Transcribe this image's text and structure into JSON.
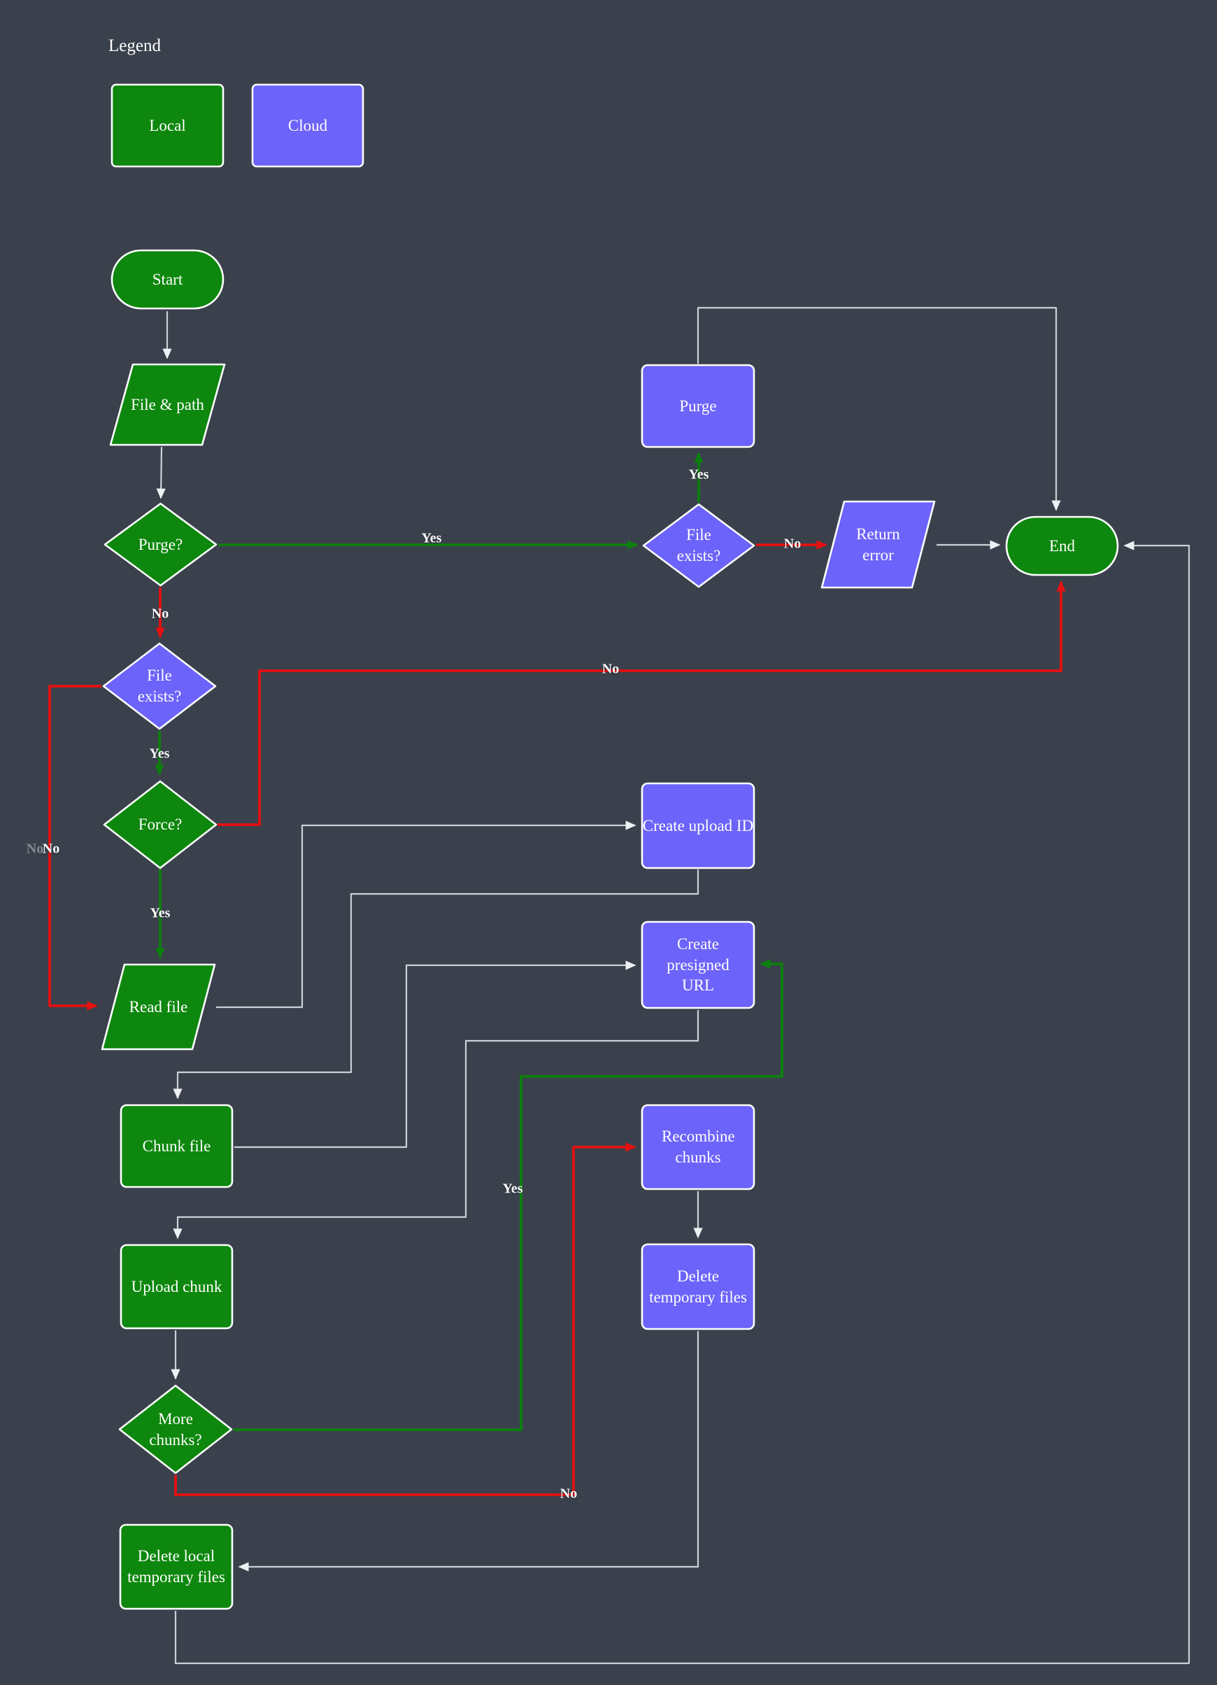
{
  "legend": {
    "title": "Legend",
    "local_label": "Local",
    "cloud_label": "Cloud"
  },
  "nodes": {
    "start": {
      "label": "Start",
      "type": "local",
      "shape": "stadium"
    },
    "file_path": {
      "label": "File & path",
      "type": "local",
      "shape": "parallelogram"
    },
    "purge_q": {
      "label": "Purge?",
      "type": "local",
      "shape": "diamond"
    },
    "file_exists_local": {
      "label": "File exists?",
      "type": "cloud",
      "shape": "diamond"
    },
    "force_q": {
      "label": "Force?",
      "type": "local",
      "shape": "diamond"
    },
    "read_file": {
      "label": "Read file",
      "type": "local",
      "shape": "parallelogram"
    },
    "chunk_file": {
      "label": "Chunk file",
      "type": "local",
      "shape": "rect"
    },
    "upload_chunk": {
      "label": "Upload chunk",
      "type": "local",
      "shape": "rect"
    },
    "more_chunks": {
      "label": "More chunks?",
      "type": "local",
      "shape": "diamond"
    },
    "delete_local": {
      "label": "Delete local temporary files",
      "type": "local",
      "shape": "rect"
    },
    "purge": {
      "label": "Purge",
      "type": "cloud",
      "shape": "rect"
    },
    "file_exists_cloud": {
      "label": "File exists?",
      "type": "cloud",
      "shape": "diamond"
    },
    "return_error": {
      "label": "Return error",
      "type": "cloud",
      "shape": "parallelogram"
    },
    "end": {
      "label": "End",
      "type": "local",
      "shape": "stadium"
    },
    "create_upload_id": {
      "label": "Create upload ID",
      "type": "cloud",
      "shape": "rect"
    },
    "create_presigned_url": {
      "label": "Create presigned URL",
      "type": "cloud",
      "shape": "rect"
    },
    "recombine_chunks": {
      "label": "Recombine chunks",
      "type": "cloud",
      "shape": "rect"
    },
    "delete_temp_files": {
      "label": "Delete temporary files",
      "type": "cloud",
      "shape": "rect"
    }
  },
  "edge_labels": {
    "purge_yes": "Yes",
    "purge_no": "No",
    "fe_cloud_yes": "Yes",
    "fe_cloud_no": "No",
    "fe_local_yes": "Yes",
    "fe_local_no": "No",
    "fe_local_no_ghost": "No",
    "force_yes": "Yes",
    "force_no": "No",
    "more_yes": "Yes",
    "more_no": "No"
  },
  "colors": {
    "background": "#3a414c",
    "local_fill": "#0d870d",
    "cloud_fill": "#6c63fa",
    "node_border": "#ffffff",
    "edge_plain": "#ccd1d7",
    "edge_yes": "#0c800c",
    "edge_no": "#e61010",
    "text": "#ffffff"
  }
}
